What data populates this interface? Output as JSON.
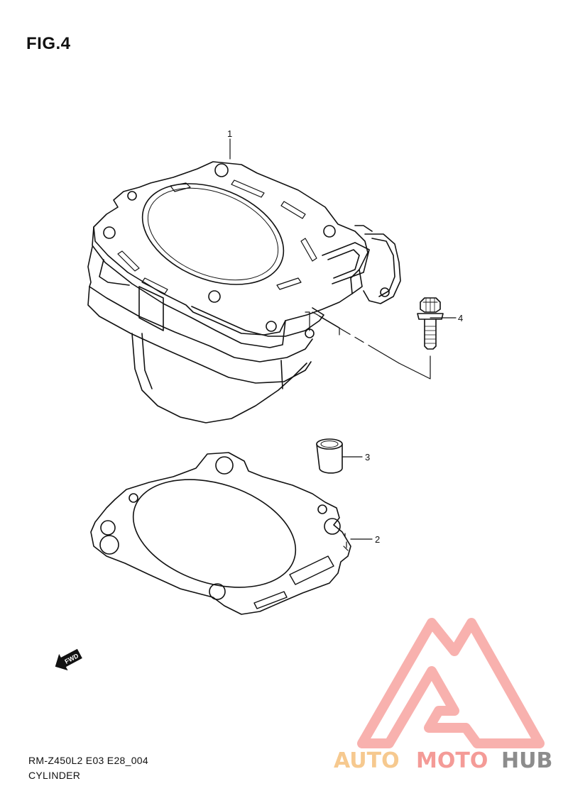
{
  "figure": {
    "title": "FIG.4"
  },
  "parts": [
    {
      "callout": "1"
    },
    {
      "callout": "2"
    },
    {
      "callout": "3"
    },
    {
      "callout": "4"
    }
  ],
  "fwd_arrow": {
    "label": "FWD"
  },
  "footer": {
    "code": "RM-Z450L2 E03 E28_004",
    "name": "CYLINDER"
  },
  "watermark": {
    "parts": [
      "AUTO",
      "MOTO",
      "HUB"
    ],
    "colors": {
      "auto": "#f6c98f",
      "moto": "#f49b97",
      "hub": "#8c8c8c",
      "triangle": "#f7a3a0"
    }
  }
}
